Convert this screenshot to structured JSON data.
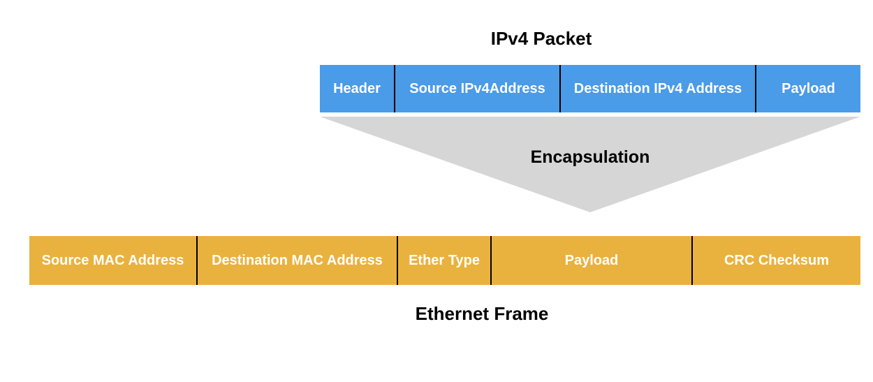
{
  "colors": {
    "ipv4_bar": "#4a9be8",
    "ethernet_bar": "#e9b23e",
    "encapsulation_arrow": "#d6d6d6",
    "segment_text": "#ffffff",
    "title_text": "#000000",
    "separator": "#000000"
  },
  "ipv4_packet": {
    "title": "IPv4 Packet",
    "segments": [
      {
        "label": "Header"
      },
      {
        "label": "Source IPv4Address"
      },
      {
        "label": "Destination IPv4 Address"
      },
      {
        "label": "Payload"
      }
    ]
  },
  "encapsulation": {
    "label": "Encapsulation"
  },
  "ethernet_frame": {
    "title": "Ethernet Frame",
    "segments": [
      {
        "label": "Source MAC Address"
      },
      {
        "label": "Destination MAC Address"
      },
      {
        "label": "Ether Type"
      },
      {
        "label": "Payload"
      },
      {
        "label": "CRC Checksum"
      }
    ]
  }
}
